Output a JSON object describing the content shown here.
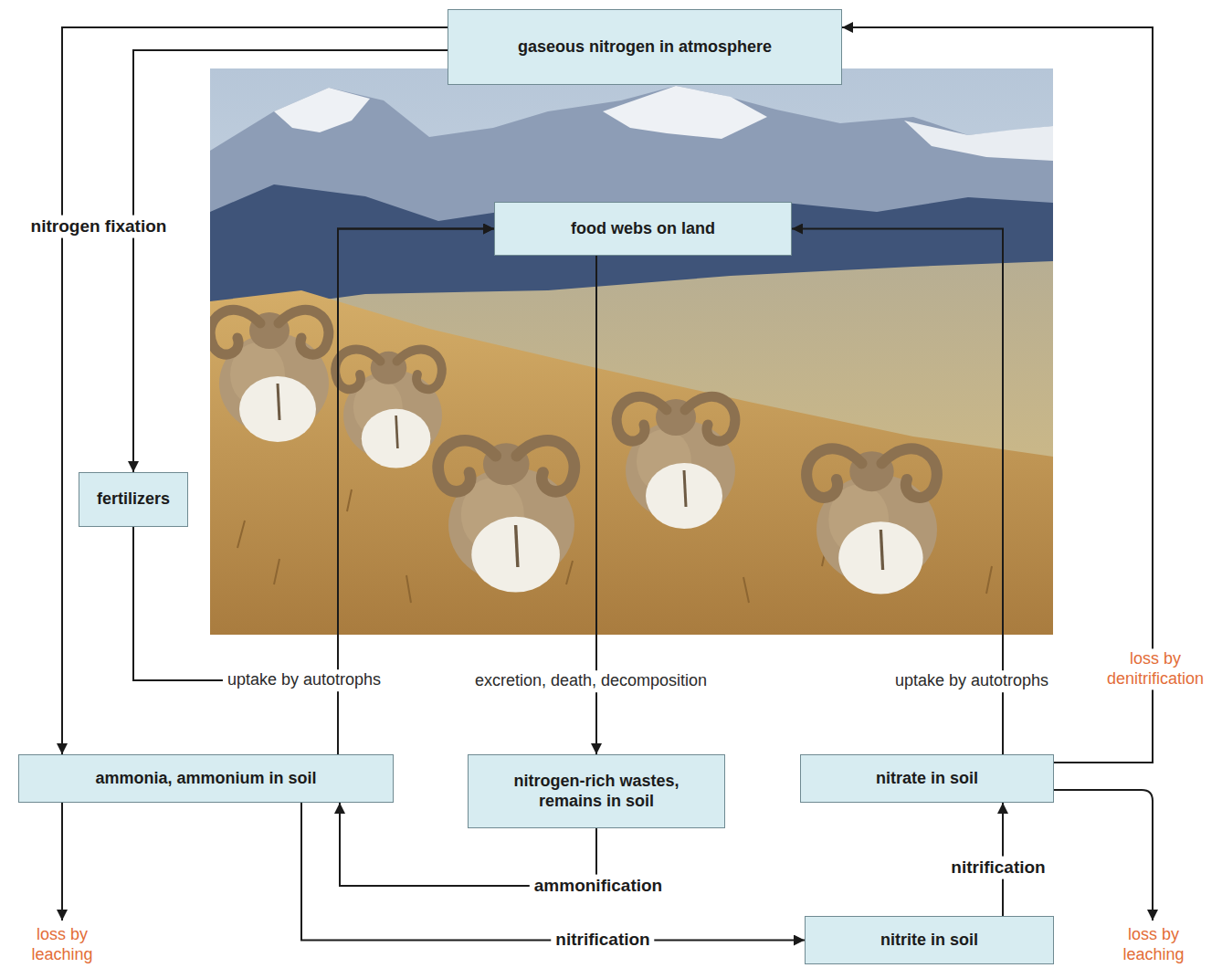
{
  "diagram": {
    "nodes": [
      {
        "text": [
          "gaseous nitrogen in atmosphere"
        ]
      },
      {
        "text": [
          "fertilizers"
        ]
      },
      {
        "text": [
          "food webs on land"
        ]
      },
      {
        "text": [
          "ammonia, ammonium in soil"
        ]
      },
      {
        "text": [
          "nitrogen-rich wastes, remains in soil"
        ]
      },
      {
        "text": [
          "nitrate in soil"
        ]
      },
      {
        "text": [
          "nitrite in soil"
        ]
      }
    ],
    "edges": [
      {
        "from": 0,
        "to": 3,
        "label": "nitrogen fixation",
        "arrow": "to"
      },
      {
        "from": 0,
        "to": 1,
        "arrow": "to"
      },
      {
        "from": 1,
        "to": 2,
        "arrow": "to"
      },
      {
        "from": 3,
        "to": 2,
        "label": "uptake by autotrophs",
        "arrow": "to"
      },
      {
        "from": 2,
        "to": 4,
        "label": "excretion, death, decomposition",
        "arrow": "to"
      },
      {
        "from": 4,
        "to": 3,
        "label": "ammonification",
        "arrow": "to"
      },
      {
        "from": 3,
        "to": 6,
        "label": "nitrification",
        "arrow": "to"
      },
      {
        "from": 6,
        "to": 5,
        "label": "nitrification",
        "arrow": "to"
      },
      {
        "from": 5,
        "to": 2,
        "label": "uptake by autotrophs",
        "arrow": "to"
      },
      {
        "from": 5,
        "to": 0,
        "label": "loss by denitrification",
        "arrow": "to"
      }
    ],
    "labels": [
      "loss by leaching",
      "loss by leaching"
    ]
  }
}
